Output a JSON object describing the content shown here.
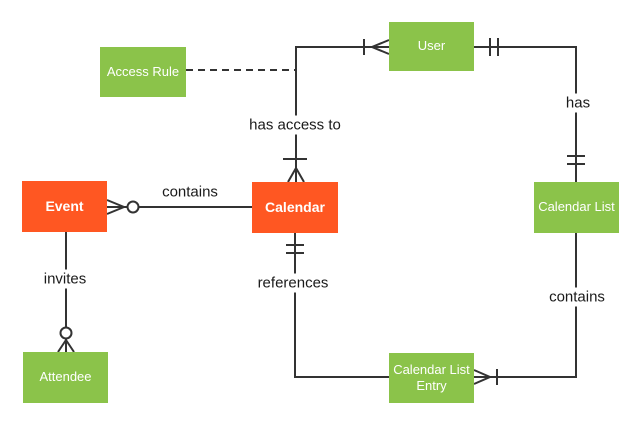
{
  "diagram": {
    "type": "entity-relationship",
    "notation": "crows-foot",
    "colors": {
      "entity_orange": "#FF5722",
      "entity_green": "#8BC34A",
      "entity_text": "#FFFFFF",
      "line": "#333333",
      "edge_label_text": "#1A1A1A",
      "background": "#FFFFFF"
    },
    "entities": {
      "event": {
        "label": "Event",
        "color": "#FF5722"
      },
      "calendar": {
        "label": "Calendar",
        "color": "#FF5722"
      },
      "user": {
        "label": "User",
        "color": "#8BC34A"
      },
      "access_rule": {
        "label": "Access Rule",
        "color": "#8BC34A"
      },
      "calendar_list": {
        "label": "Calendar List",
        "color": "#8BC34A"
      },
      "calendar_list_entry": {
        "label": "Calendar List Entry",
        "color": "#8BC34A"
      },
      "attendee": {
        "label": "Attendee",
        "color": "#8BC34A"
      }
    },
    "relationships": {
      "calendar_contains_event": {
        "label": "contains",
        "from": "Calendar",
        "to": "Event",
        "cardinality_at_event": "zero-or-many"
      },
      "user_has_access_to_calendar": {
        "label": "has access to",
        "from": "User",
        "to": "Calendar",
        "cardinality_at_user": "one-or-many",
        "cardinality_at_calendar": "one-or-many"
      },
      "user_has_calendar_list": {
        "label": "has",
        "from": "User",
        "to": "Calendar List",
        "cardinality_at_user": "one-and-only-one",
        "cardinality_at_calendar_list": "one-and-only-one"
      },
      "calendar_list_contains_entries": {
        "label": "contains",
        "from": "Calendar List",
        "to": "Calendar List Entry",
        "cardinality_at_entry": "one-or-many"
      },
      "entry_references_calendar": {
        "label": "references",
        "from": "Calendar List Entry",
        "to": "Calendar",
        "cardinality_at_calendar": "one-and-only-one"
      },
      "event_invites_attendee": {
        "label": "invites",
        "from": "Event",
        "to": "Attendee",
        "cardinality_at_attendee": "zero-or-many"
      },
      "access_rule_annotation": {
        "label": "",
        "from": "Access Rule",
        "to": "has access to",
        "style": "dashed"
      }
    }
  }
}
